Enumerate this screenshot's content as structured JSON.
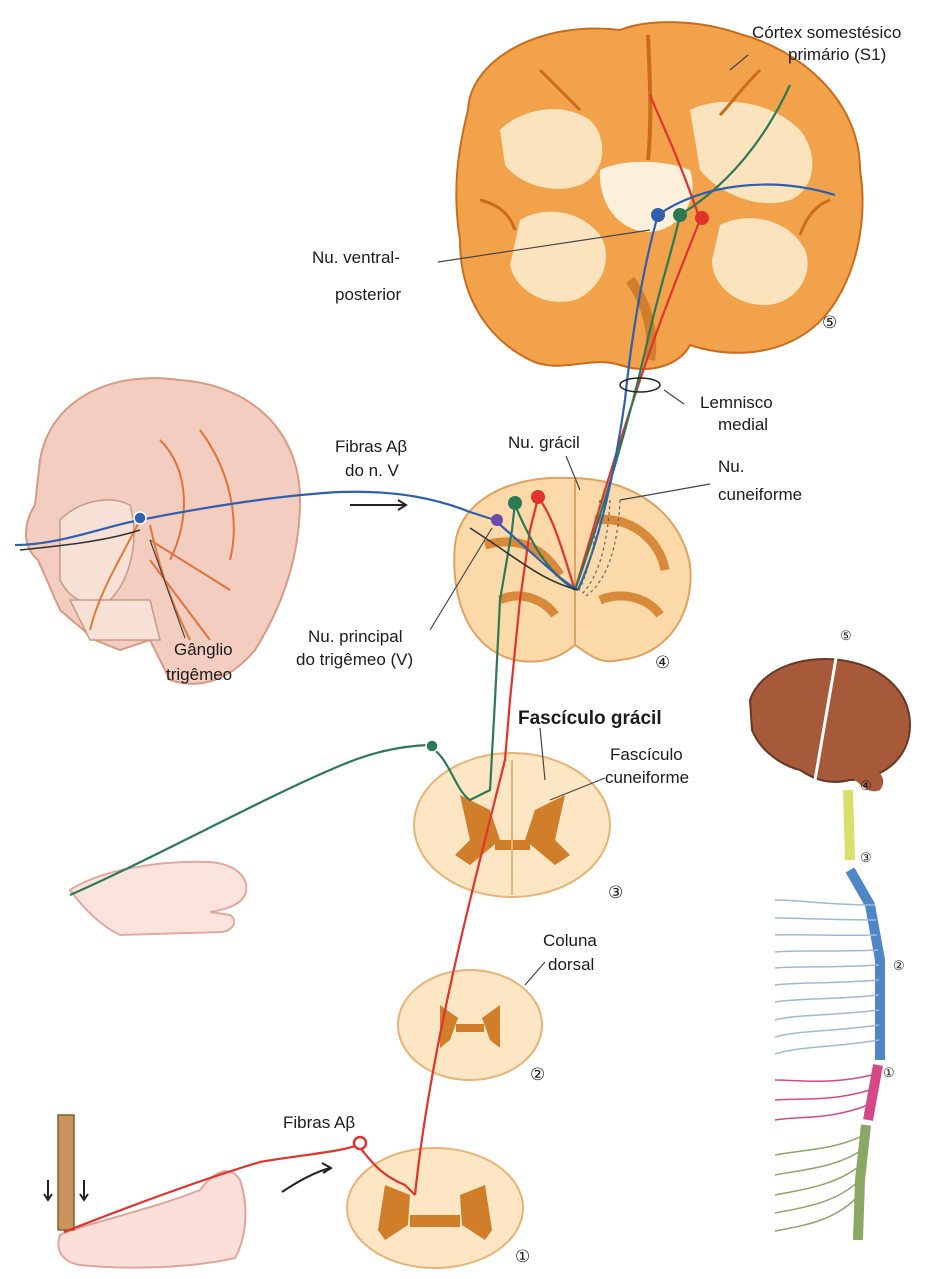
{
  "labels": {
    "cortex_line1": "Córtex somestésico",
    "cortex_line2": "primário (S1)",
    "vpn_line1": "Nu. ventral-",
    "vpn_line2": "posterior",
    "lemnisco_line1": "Lemnisco",
    "lemnisco_line2": "medial",
    "gracil_nucleus": "Nu. grácil",
    "fibers_v_line1": "Fibras Aβ",
    "fibers_v_line2": "do n. V",
    "cuneate_line1": "Nu.",
    "cuneate_line2": "cuneiforme",
    "ganglion_line1": "Gânglio",
    "ganglion_line2": "trigêmeo",
    "principal_line1": "Nu. principal",
    "principal_line2": "do trigêmeo (V)",
    "fasc_gracil": "Fascículo grácil",
    "fasc_cune_line1": "Fascículo",
    "fasc_cune_line2": "cuneiforme",
    "dorsal_line1": "Coluna",
    "dorsal_line2": "dorsal",
    "fibers_foot": "Fibras Aβ"
  },
  "levels": {
    "l1": "①",
    "l2": "②",
    "l3": "③",
    "l4": "④",
    "l5": "⑤"
  },
  "colors": {
    "section_fill": "#f4b255",
    "section_light": "#fbe3bd",
    "section_dark": "#d07e2a",
    "gray_matter": "#cf7a22",
    "pathway_red": "#e0332c",
    "pathway_blue": "#2f5fae",
    "pathway_green": "#2c7a55",
    "skin": "#f3c9c0",
    "cord_yellow": "#d8e06a",
    "cord_blue": "#4f86c6",
    "cord_pink": "#d54a86",
    "cord_green": "#8aa864"
  }
}
